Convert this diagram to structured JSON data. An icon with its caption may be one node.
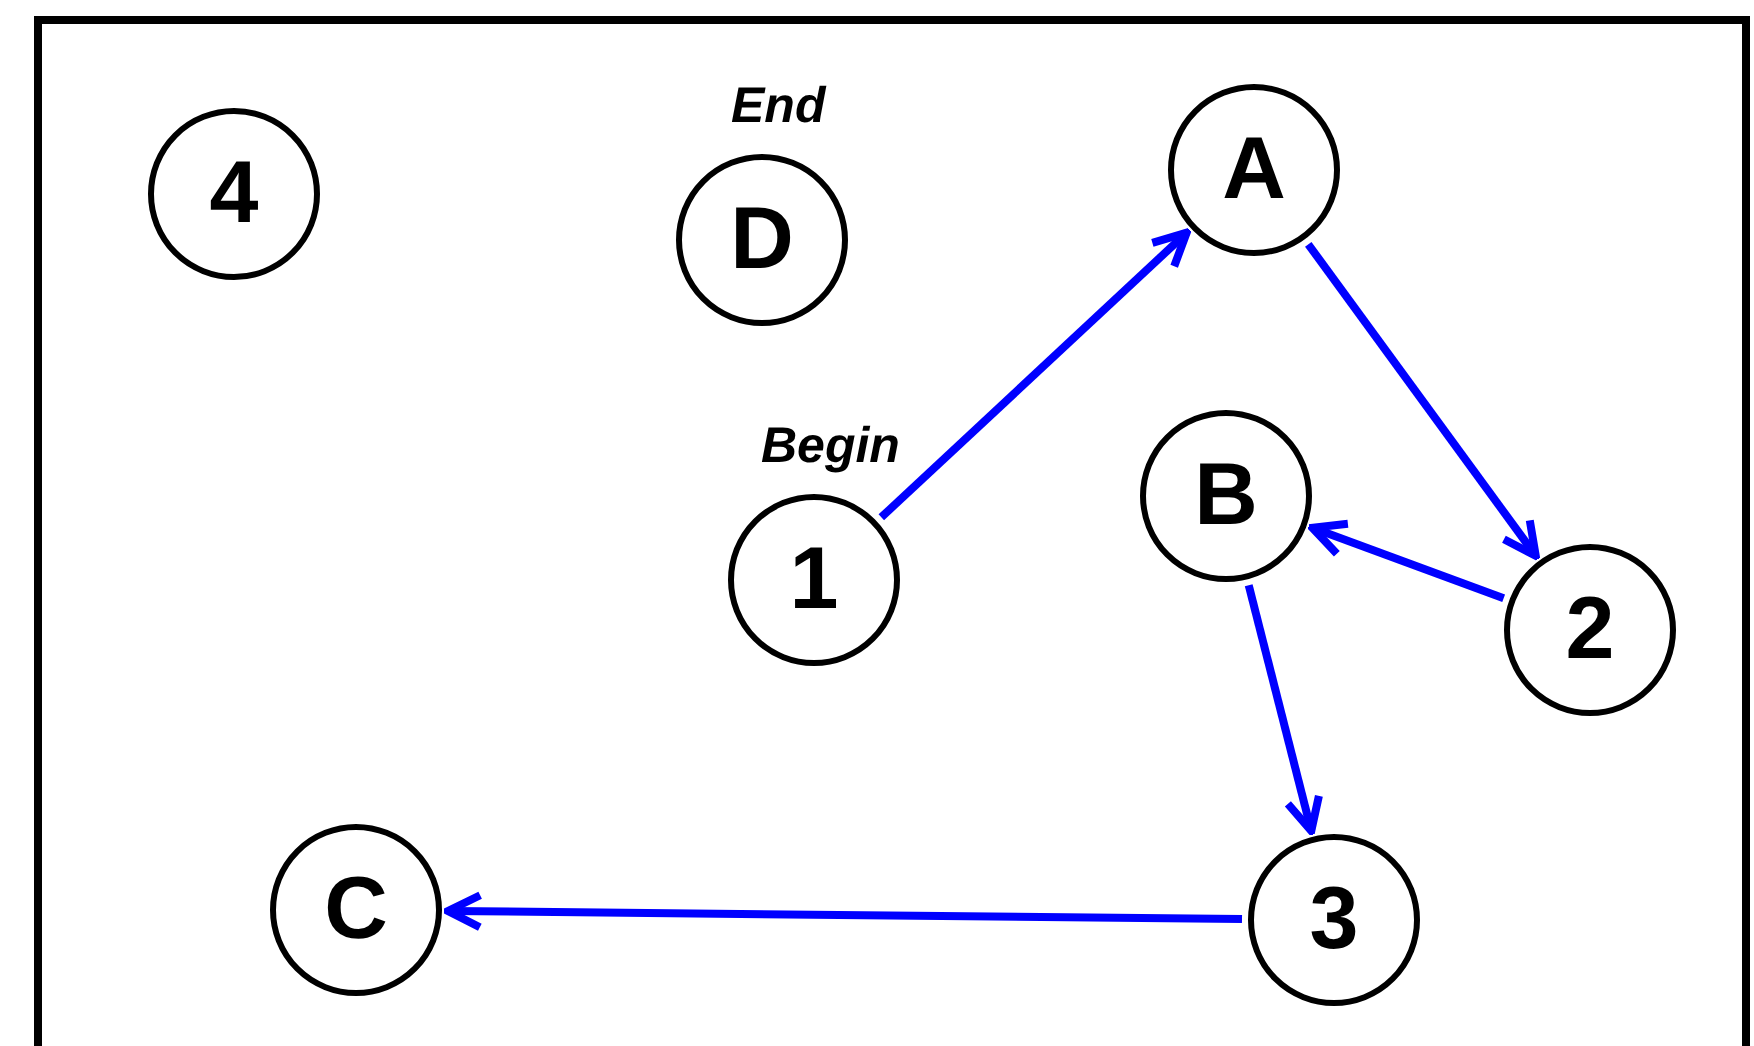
{
  "diagram": {
    "nodes": [
      {
        "text": [
          "4"
        ]
      },
      {
        "text": [
          "D"
        ],
        "beside": [
          "End"
        ]
      },
      {
        "text": [
          "A"
        ]
      },
      {
        "text": [
          "B"
        ]
      },
      {
        "text": [
          "1"
        ],
        "beside": [
          "Begin"
        ]
      },
      {
        "text": [
          "2"
        ]
      },
      {
        "text": [
          "C"
        ]
      },
      {
        "text": [
          "3"
        ]
      }
    ],
    "edges": [
      {
        "from": 4,
        "to": 2,
        "arrow": "to"
      },
      {
        "from": 2,
        "to": 5,
        "arrow": "to"
      },
      {
        "from": 5,
        "to": 3,
        "arrow": "to"
      },
      {
        "from": 3,
        "to": 7,
        "arrow": "to"
      },
      {
        "from": 7,
        "to": 6,
        "arrow": "to"
      }
    ]
  }
}
